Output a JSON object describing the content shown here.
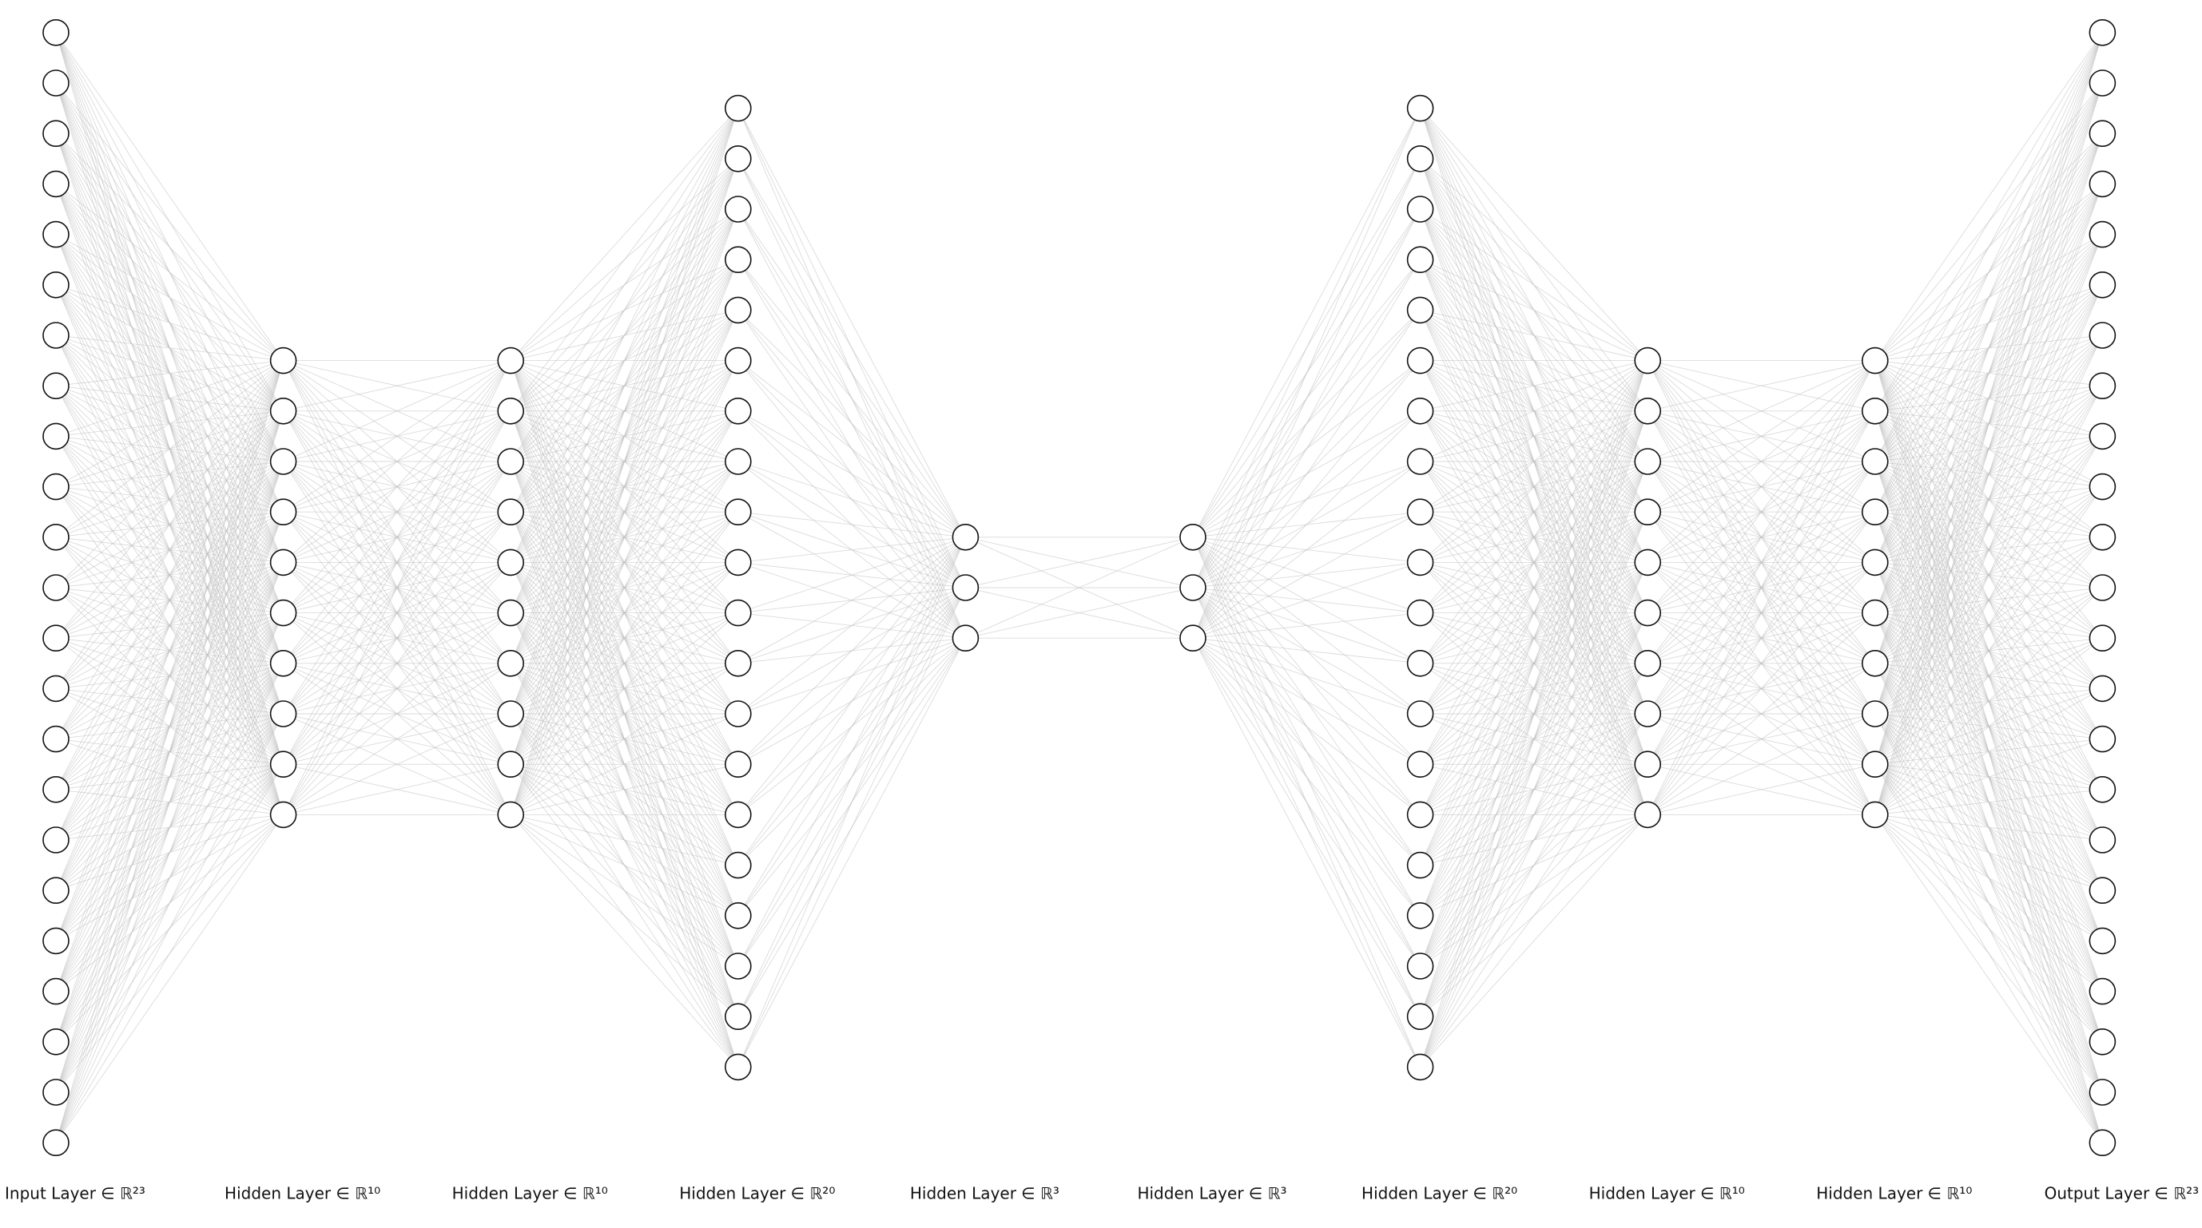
{
  "diagram": {
    "type": "neural-network-architecture",
    "colors": {
      "edge": "#bdbdbd",
      "node_stroke": "#111111",
      "node_fill": "#ffffff",
      "label": "#111111"
    },
    "layers": [
      {
        "label": "Input Layer ∈ ℝ²³",
        "units": 23
      },
      {
        "label": "Hidden Layer ∈ ℝ¹⁰",
        "units": 10
      },
      {
        "label": "Hidden Layer ∈ ℝ¹⁰",
        "units": 10
      },
      {
        "label": "Hidden Layer ∈ ℝ²⁰",
        "units": 20
      },
      {
        "label": "Hidden Layer ∈ ℝ³",
        "units": 3
      },
      {
        "label": "Hidden Layer ∈ ℝ³",
        "units": 3
      },
      {
        "label": "Hidden Layer ∈ ℝ²⁰",
        "units": 20
      },
      {
        "label": "Hidden Layer ∈ ℝ¹⁰",
        "units": 10
      },
      {
        "label": "Hidden Layer ∈ ℝ¹⁰",
        "units": 10
      },
      {
        "label": "Output Layer ∈ ℝ²³",
        "units": 23
      }
    ]
  }
}
